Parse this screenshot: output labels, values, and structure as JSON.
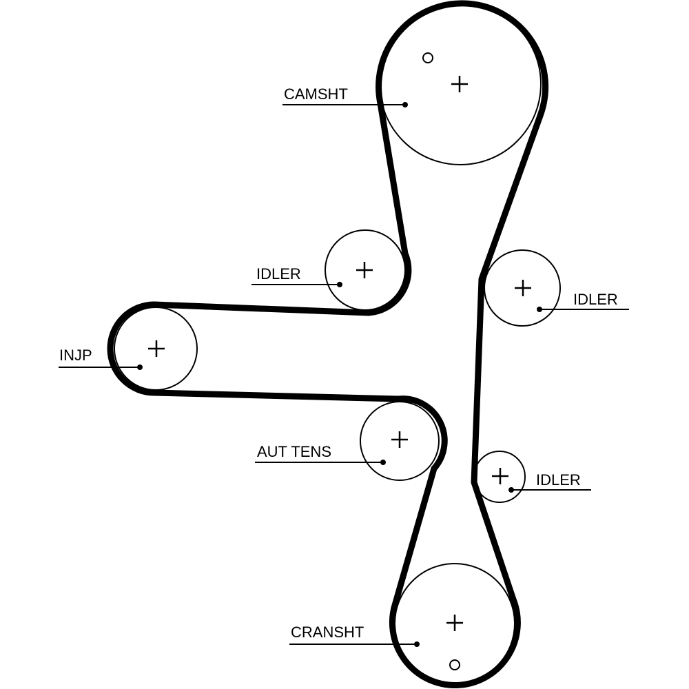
{
  "title": "Timing belt routing diagram",
  "labels": {
    "camshaft": "CAMSHT",
    "idler_upper_left": "IDLER",
    "idler_right": "IDLER",
    "injection_pump": "INJP",
    "auto_tensioner": "AUT TENS",
    "idler_lower_right": "IDLER",
    "crankshaft": "CRANSHT"
  },
  "colors": {
    "belt": "#000000",
    "pulley": "#000000",
    "background": "#ffffff"
  }
}
